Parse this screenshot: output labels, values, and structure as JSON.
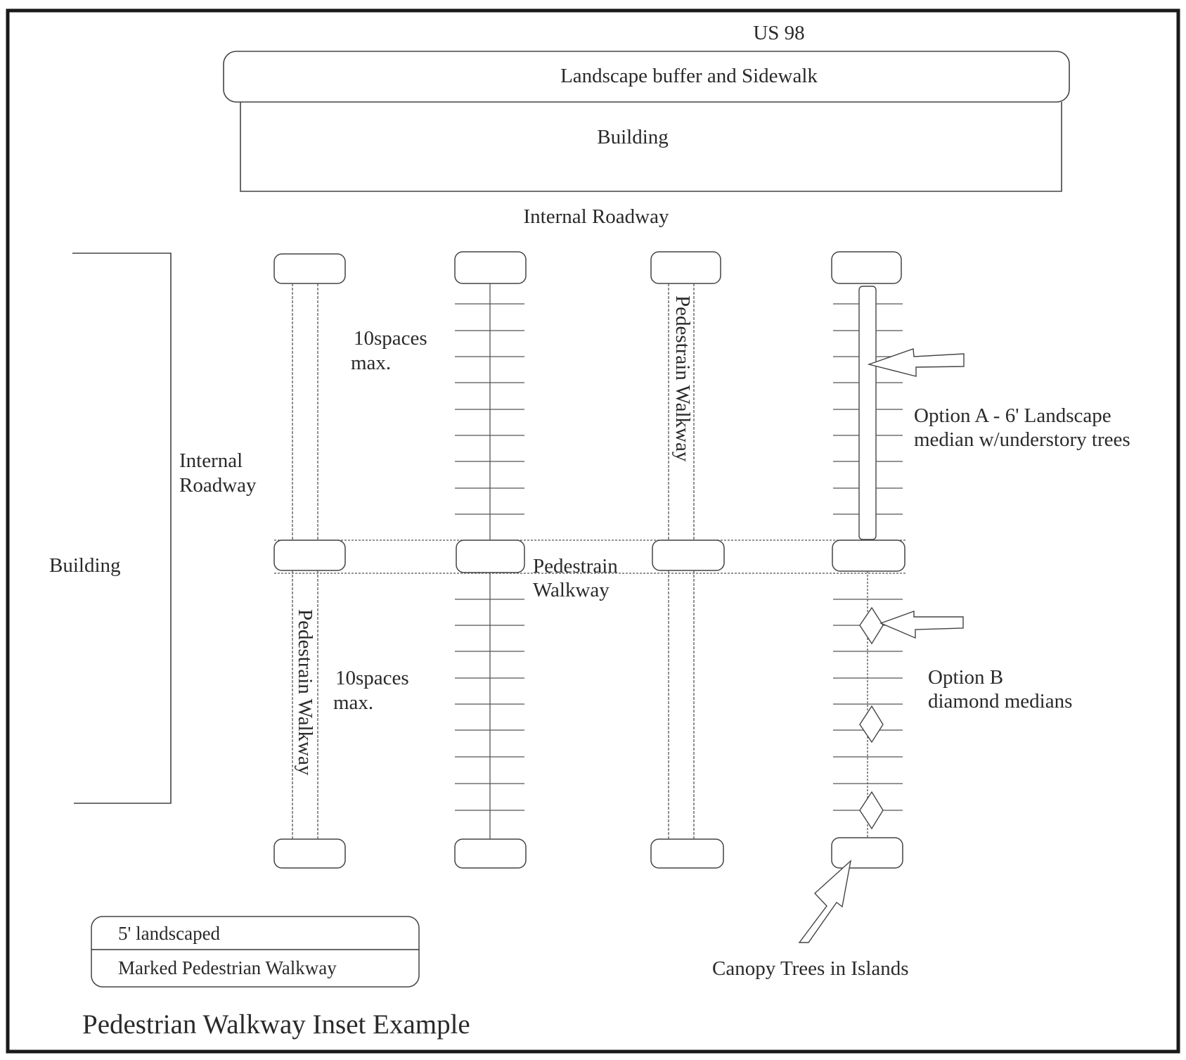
{
  "title": "Pedestrian Walkway Inset Example",
  "road_top": "US 98",
  "top_buffer": "Landscape buffer and Sidewalk",
  "top_building": "Building",
  "internal_roadway_top": "Internal Roadway",
  "internal_roadway_left": [
    "Internal",
    "Roadway"
  ],
  "left_building": "Building",
  "spaces_upper": [
    "10spaces",
    "max."
  ],
  "spaces_lower": [
    "10spaces",
    "max."
  ],
  "walkway_vertical_right": "Pedestrain Walkway",
  "walkway_vertical_left": "Pedestrain Walkway",
  "walkway_horizontal": [
    "Pedestrain",
    "Walkway"
  ],
  "option_a": [
    "Option A - 6' Landscape",
    "median w/understory trees"
  ],
  "option_b": [
    "Option B",
    "diamond medians"
  ],
  "canopy": "Canopy Trees in  Islands",
  "legend": {
    "row1": "5' landscaped",
    "row2": "Marked Pedestrian Walkway"
  },
  "colors": {
    "line": "#333333",
    "frame": "#1a1a1a",
    "background": "#ffffff"
  }
}
